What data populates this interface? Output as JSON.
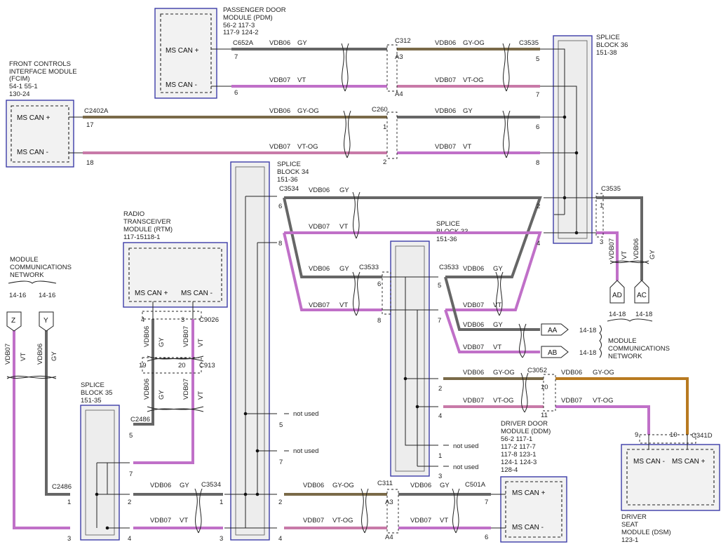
{
  "modules": {
    "pdm": {
      "title": [
        "PASSENGER DOOR",
        "MODULE (PDM)",
        "56-2    117-3",
        "117-9   124-2"
      ],
      "pins": [
        "MS CAN +",
        "MS CAN -"
      ]
    },
    "fcim": {
      "title": [
        "FRONT CONTROLS",
        "INTERFACE MODULE",
        "(FCIM)",
        "54-1    55-1",
        "130-24"
      ],
      "pins": [
        "MS CAN +",
        "MS CAN -"
      ]
    },
    "rtm": {
      "title": [
        "RADIO",
        "TRANSCEIVER",
        "MODULE (RTM)",
        "117-15118-1"
      ],
      "pins": [
        "MS CAN +",
        "MS CAN -"
      ]
    },
    "ddm": {
      "title": [
        "DRIVER DOOR",
        "MODULE (DDM)",
        "56-2    117-1",
        "117-2   117-7",
        "117-8   123-1",
        "124-1   124-3",
        "128-4"
      ],
      "pins": [
        "MS CAN +",
        "MS CAN -"
      ]
    },
    "dsm": {
      "title": [
        "DRIVER",
        "SEAT",
        "MODULE (DSM)",
        "123-1"
      ],
      "pins": [
        "MS CAN -",
        "MS CAN +"
      ]
    }
  },
  "splices": {
    "s36": [
      "SPLICE",
      "BLOCK 36",
      "151-38"
    ],
    "s34": [
      "SPLICE",
      "BLOCK 34",
      "151-36"
    ],
    "s33": [
      "SPLICE",
      "BLOCK 33",
      "151-36"
    ],
    "s35": [
      "SPLICE",
      "BLOCK 35",
      "151-35"
    ]
  },
  "network_label": [
    "MODULE",
    "COMMUNICATIONS",
    "NETWORK"
  ],
  "network_label_right": [
    "MODULE",
    "COMMUNICATIONS",
    "NETWORK"
  ],
  "connectors": {
    "c652a": "C652A",
    "c312": "C312",
    "c3535_top": "C3535",
    "c2402a": "C2402A",
    "c260": "C260",
    "c3534_top": "C3534",
    "c3535_mid": "C3535",
    "c3533_a": "C3533",
    "c3533_b": "C3533",
    "c9026": "C9026",
    "c913": "C913",
    "c2486_a": "C2486",
    "c2486_b": "C2486",
    "c3534_bot": "C3534",
    "c311": "C311",
    "c501a": "C501A",
    "c3052": "C3052",
    "c341d": "C341D"
  },
  "wire_labels": {
    "vdb06": "VDB06",
    "vdb07": "VDB07",
    "gy": "GY",
    "vt": "VT",
    "gyog": "GY-OG",
    "vtog": "VT-OG"
  },
  "pins": {
    "p7": "7",
    "p6": "6",
    "pA3": "A3",
    "pA4": "A4",
    "p5": "5",
    "p17": "17",
    "p18": "18",
    "p1": "1",
    "p2": "2",
    "p8": "8",
    "p3": "3",
    "p4": "4",
    "p19": "19",
    "p20": "20",
    "p9": "9",
    "p10": "10",
    "p11": "11"
  },
  "flags": {
    "z": "Z",
    "y": "Y",
    "aa": "AA",
    "ab": "AB",
    "ad": "AD",
    "ac": "AC"
  },
  "refs": {
    "r1416": "14-16",
    "r1418": "14-18"
  },
  "not_used": "not used"
}
